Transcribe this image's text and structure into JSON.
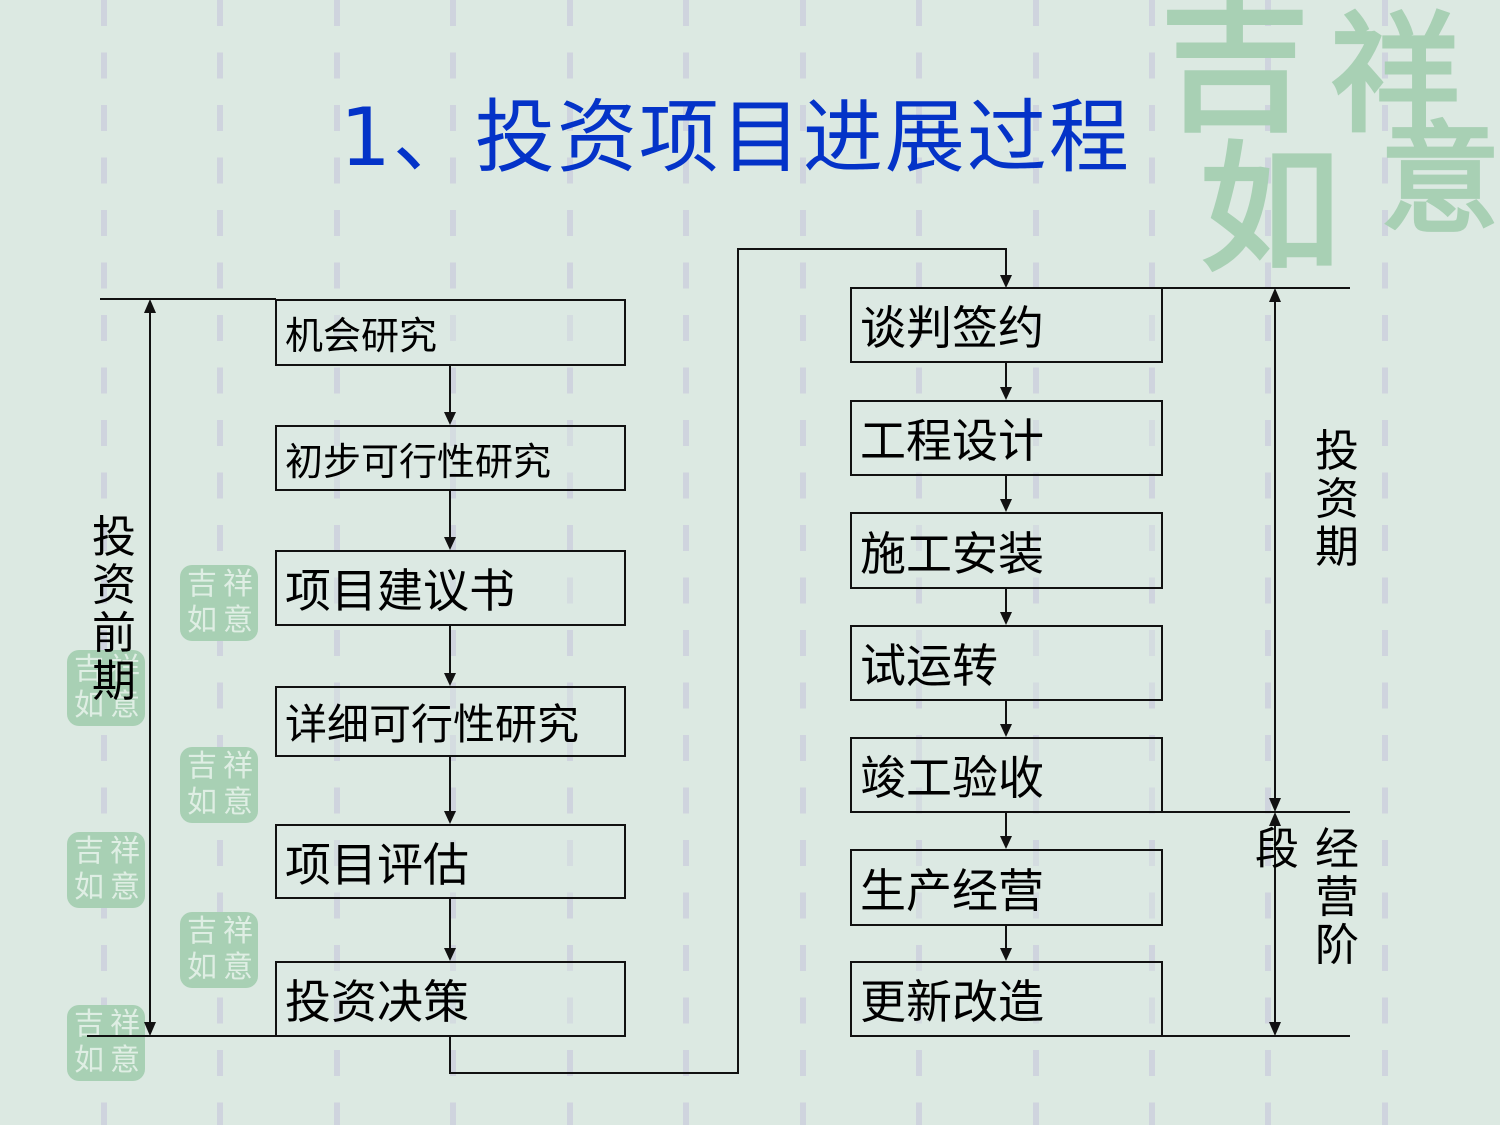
{
  "title": "1、投资项目进展过程",
  "watermark": {
    "chars": [
      "吉",
      "祥",
      "如",
      "意"
    ],
    "color": "#a8d0b4"
  },
  "seal": {
    "chars": [
      "吉",
      "祥",
      "如",
      "意"
    ],
    "color": "#a8d0b4"
  },
  "colors": {
    "background": "#dce9e2",
    "title": "#0433c8",
    "dash": "#cfd4de",
    "line": "#111111"
  },
  "left_column": {
    "phase_label": "投资前期",
    "steps": [
      {
        "label": "机会研究"
      },
      {
        "label": "初步可行性研究"
      },
      {
        "label": "项目建议书"
      },
      {
        "label": "详细可行性研究"
      },
      {
        "label": "项目评估"
      },
      {
        "label": "投资决策"
      }
    ]
  },
  "right_column": {
    "investment_phase_label": "投资期",
    "operation_phase_label_part1": "段",
    "operation_phase_label_part2": "经营阶",
    "steps": [
      {
        "label": "谈判签约"
      },
      {
        "label": "工程设计"
      },
      {
        "label": "施工安装"
      },
      {
        "label": "试运转"
      },
      {
        "label": "竣工验收"
      },
      {
        "label": "生产经营"
      },
      {
        "label": "更新改造"
      }
    ]
  }
}
